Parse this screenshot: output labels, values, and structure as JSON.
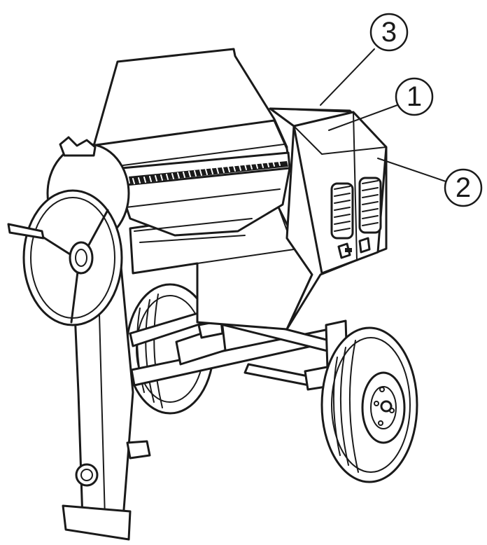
{
  "callouts": [
    {
      "label": "3"
    },
    {
      "label": "1"
    },
    {
      "label": "2"
    }
  ],
  "colors": {
    "line": "#1a1a1a",
    "background": "#ffffff"
  }
}
